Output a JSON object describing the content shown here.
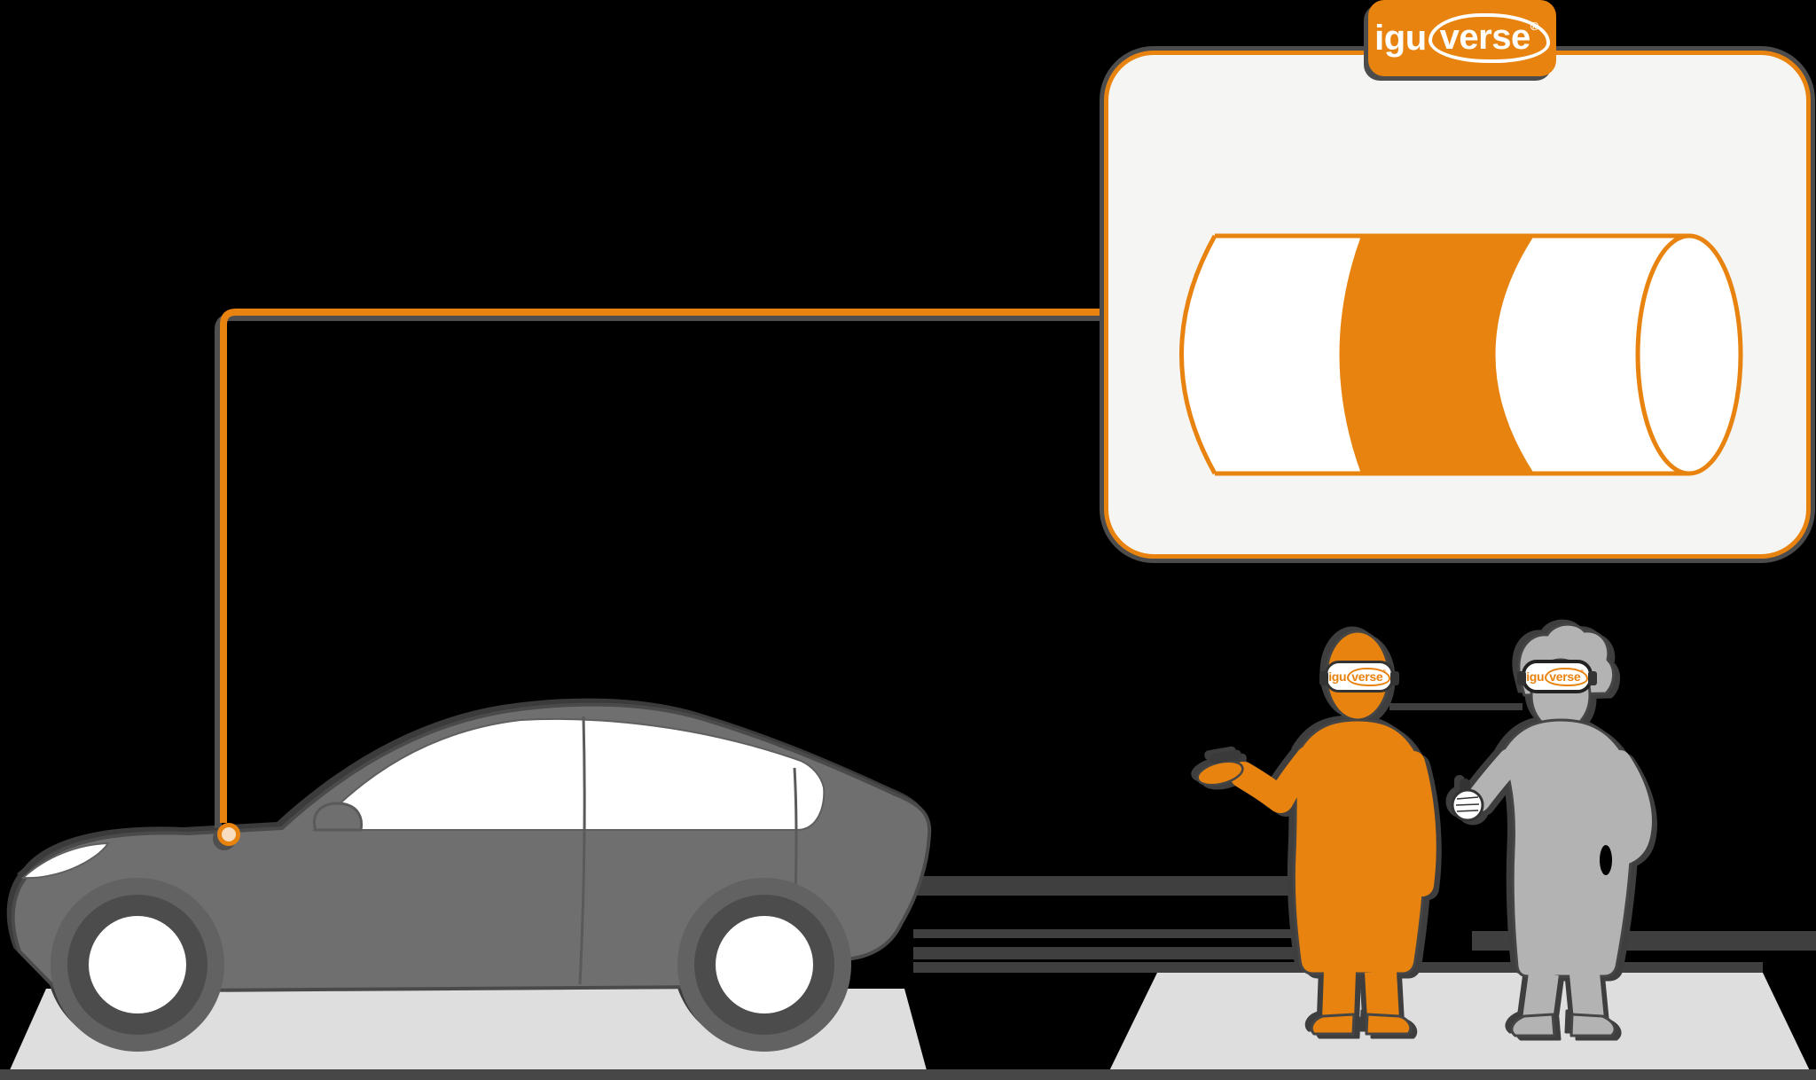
{
  "page": {
    "background": "#000000"
  },
  "logo": {
    "prefix": "igu",
    "suffix": "verse",
    "registered": "®"
  },
  "icons": {
    "badge_logo": "iguverse-logo",
    "goggles": "vr-goggles",
    "marker": "scan-point-marker",
    "cylinder": "pipeline-cylinder",
    "connector": "scan-connector-line"
  },
  "colors": {
    "accent_orange": "#E8830F",
    "panel_background": "#F5F5F4",
    "shadow_gray": "#4C4C4C",
    "glitch_bar_gray": "#3F3F3F",
    "platform_gray": "#DEDEDE",
    "car_body_gray": "#6F6F6F",
    "figure_gray": "#B3B3B3",
    "dark_outline": "#454545",
    "marker_fill": "#F8DDC0",
    "white": "#FFFFFF"
  }
}
